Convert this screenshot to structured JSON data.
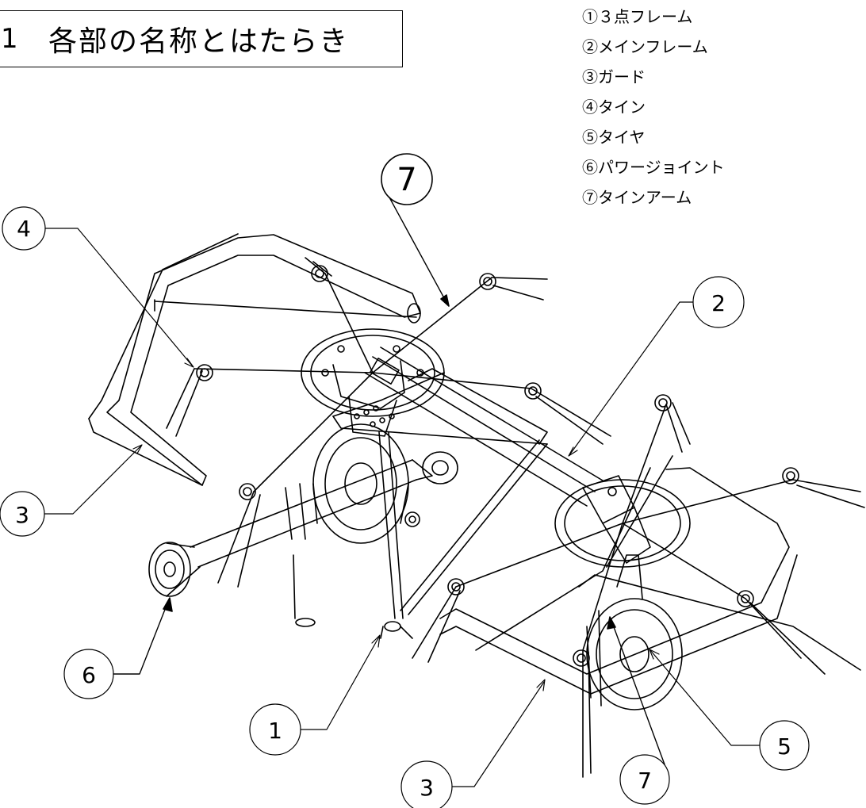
{
  "title": {
    "number": "1",
    "text": "各部の名称とはたらき"
  },
  "legend": [
    "①３点フレーム",
    "②メインフレーム",
    "③ガード",
    "④タイン",
    "⑤タイヤ",
    "⑥パワージョイント",
    "⑦タインアーム"
  ],
  "callouts": [
    {
      "id": "callout-4-top-left",
      "label": "4"
    },
    {
      "id": "callout-7-top",
      "label": "7"
    },
    {
      "id": "callout-2-right",
      "label": "2"
    },
    {
      "id": "callout-3-left",
      "label": "3"
    },
    {
      "id": "callout-6-bottom-left",
      "label": "6"
    },
    {
      "id": "callout-1-bottom",
      "label": "1"
    },
    {
      "id": "callout-3-bottom",
      "label": "3"
    },
    {
      "id": "callout-7-bottom",
      "label": "7"
    },
    {
      "id": "callout-5-bottom-right",
      "label": "5"
    }
  ]
}
